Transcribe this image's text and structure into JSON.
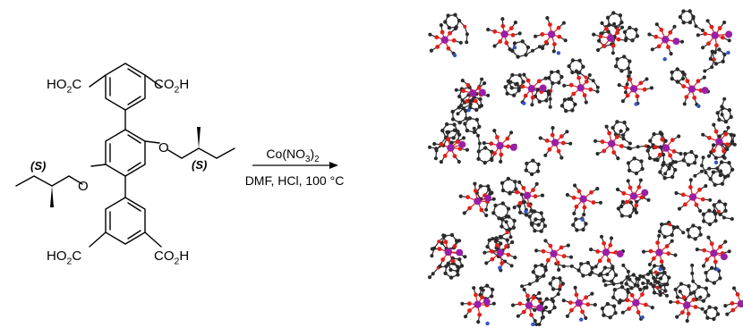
{
  "molecule": {
    "top_left_group": "HO2C",
    "top_right_group": "CO2H",
    "bottom_left_group": "HO2C",
    "bottom_right_group": "CO2H",
    "ether_oxygen_upper": "O",
    "ether_oxygen_lower": "O",
    "stereo_label_upper": "(S)",
    "stereo_label_lower": "(S)"
  },
  "reaction": {
    "reagent_above_arrow": "Co(NO3)2",
    "conditions_below_arrow": "DMF, HCl, 100 °C"
  },
  "crystal_structure": {
    "colors": {
      "carbon": "#2b2b2b",
      "oxygen": "#e0201b",
      "nitrogen": "#3554c8",
      "cobalt": "#9a1fa6"
    }
  }
}
